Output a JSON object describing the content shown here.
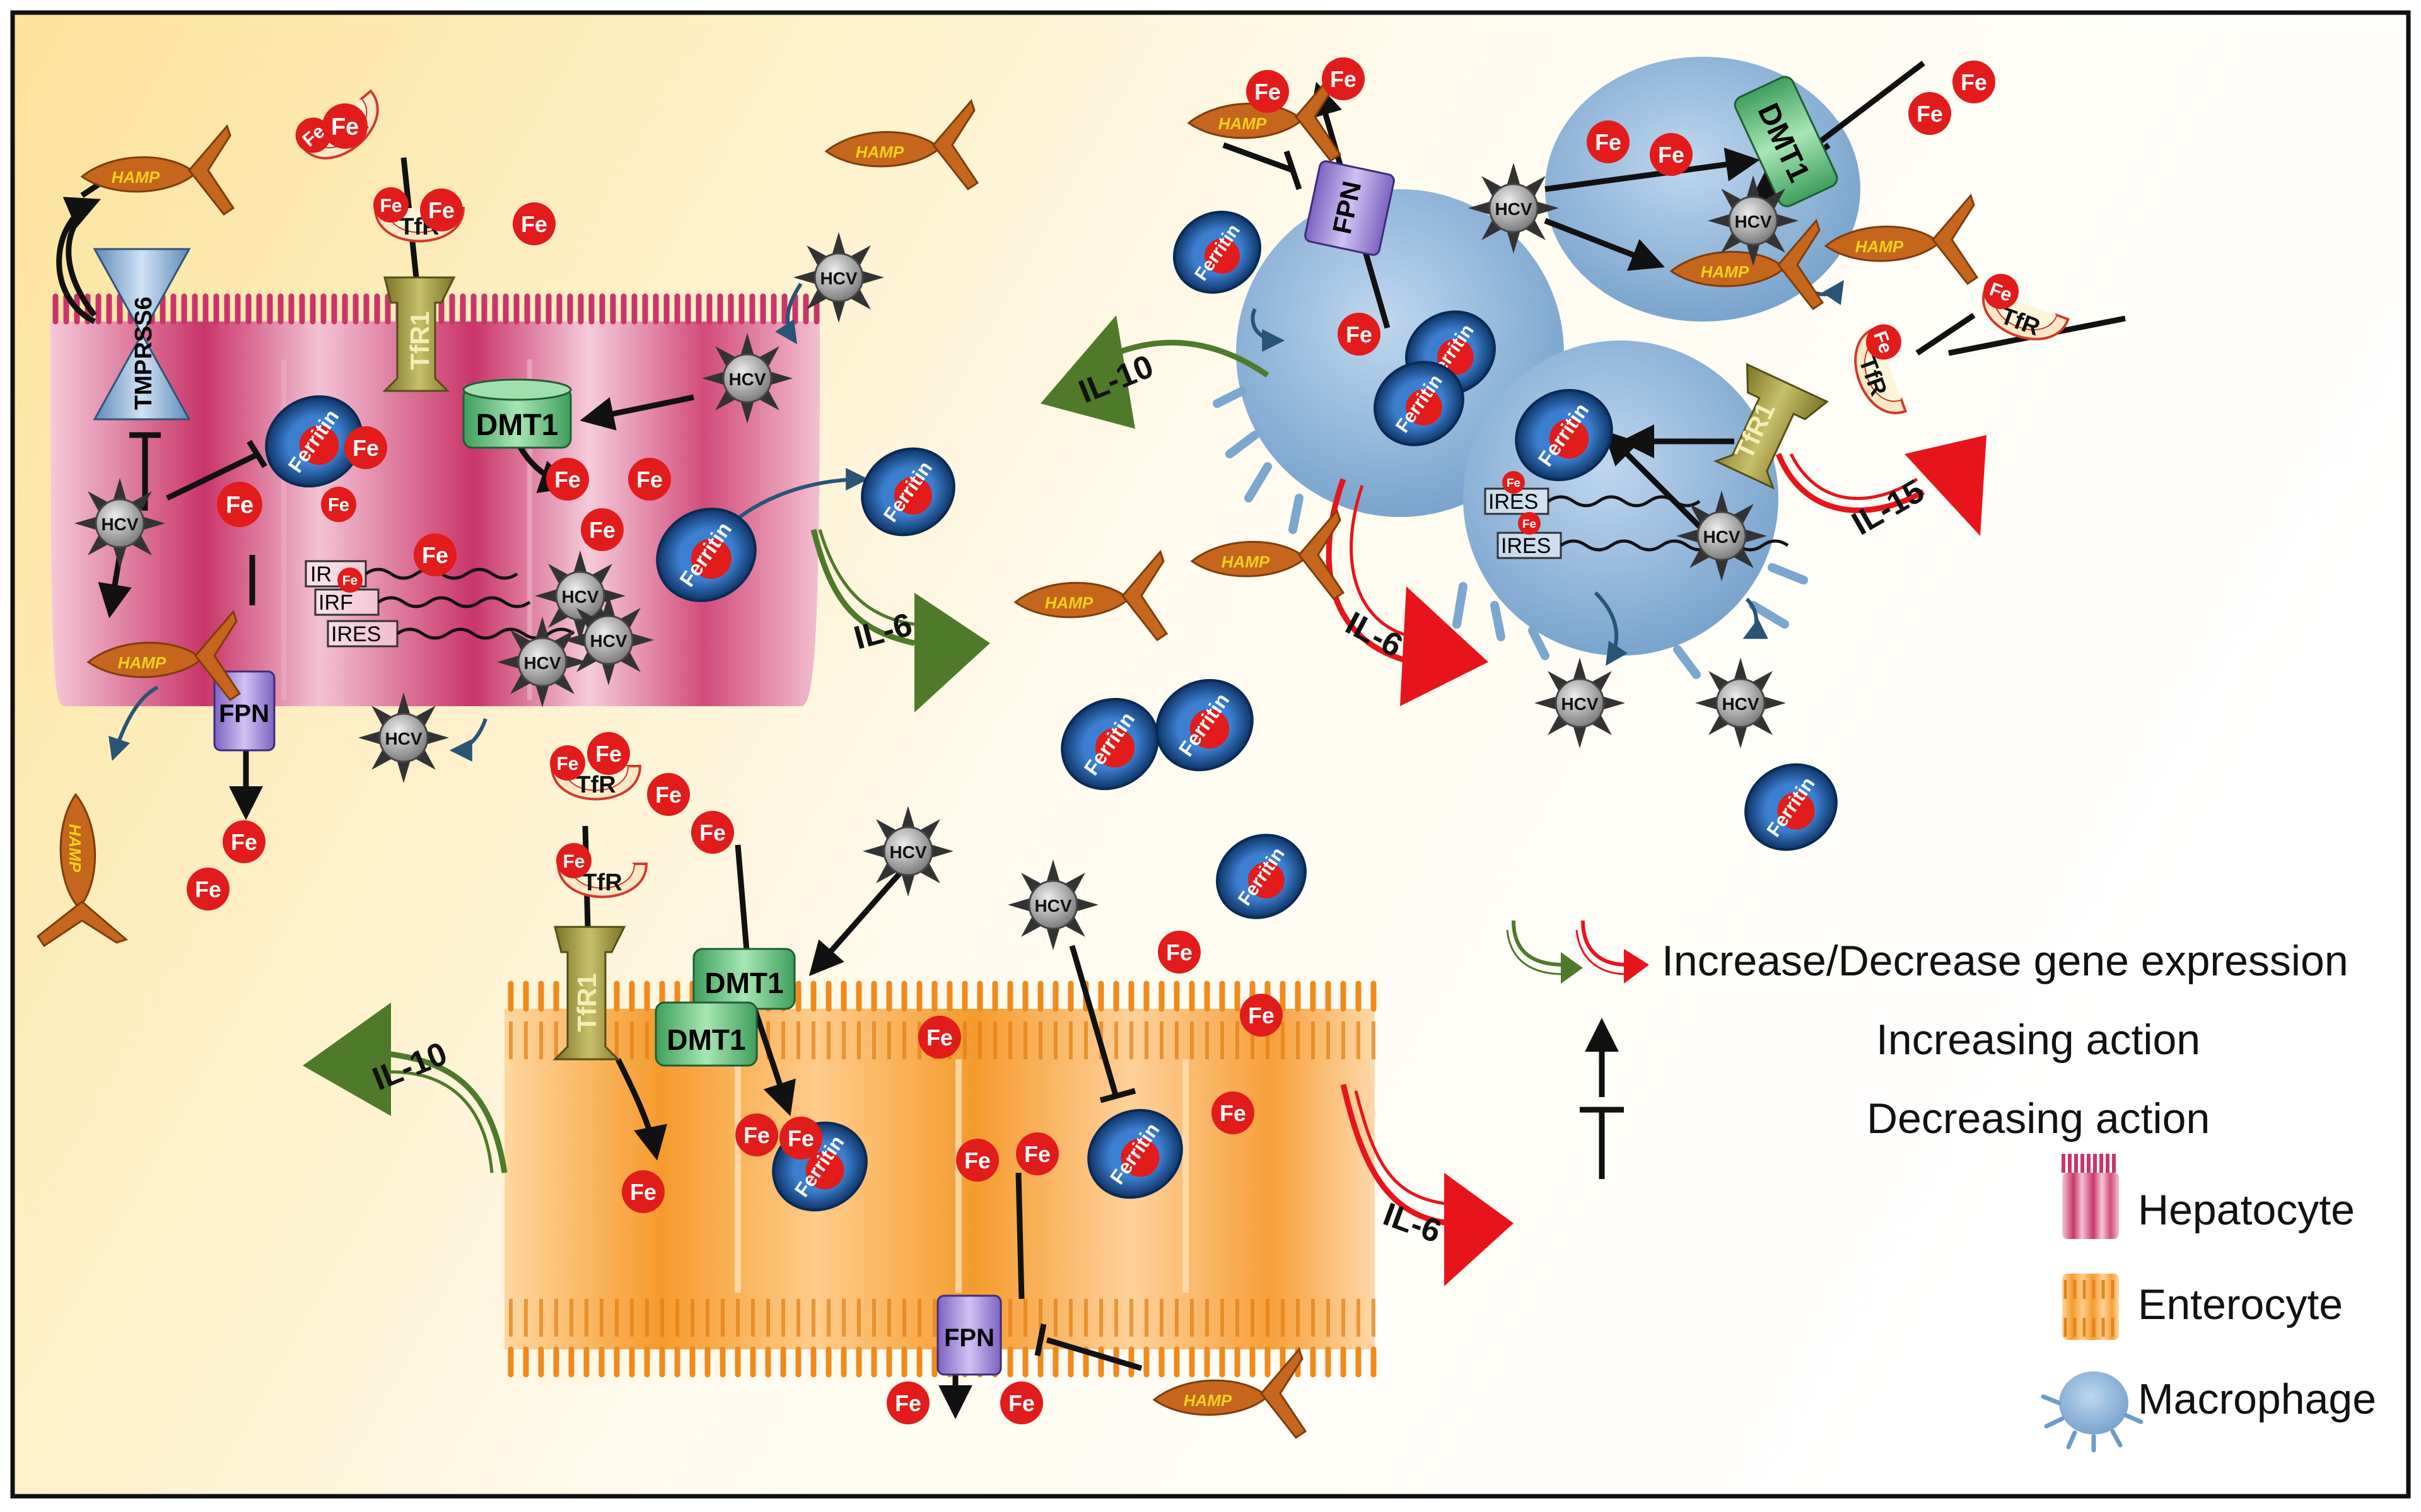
{
  "labels": {
    "fe": "Fe",
    "hcv": "HCV",
    "ferritin": "Ferritin",
    "hamp": "HAMP",
    "tfr": "TfR",
    "tfr1": "TfR1",
    "dmt1": "DMT1",
    "fpn": "FPN",
    "ires": "IRES",
    "ir": "IR",
    "irf": "IRF",
    "tmp": "TMP",
    "rss6": "RSS6",
    "il6": "IL-6",
    "il10": "IL-10",
    "il15": "IL-15"
  },
  "legend": {
    "gene_expression": "Increase/Decrease gene expression",
    "increasing": "Increasing action",
    "decreasing": "Decreasing action",
    "hepatocyte": "Hepatocyte",
    "enterocyte": "Enterocyte",
    "macrophage": "Macrophage"
  },
  "colors": {
    "background_left": "#FCE29A",
    "background_right": "#FFFFFF",
    "hepatocyte": "#D95A86",
    "enterocyte": "#F6A23A",
    "macrophage": "#8FB6D9",
    "iron": "#E21B1B",
    "up_arrow": "#4E7A2A",
    "down_arrow": "#E8141B",
    "ferritin": "#1B4E8E",
    "hamp": "#C5661C",
    "transporter_green": "#5BBE78",
    "fpn_purple": "#9A82D6",
    "tfr1_olive": "#A59C3A"
  }
}
